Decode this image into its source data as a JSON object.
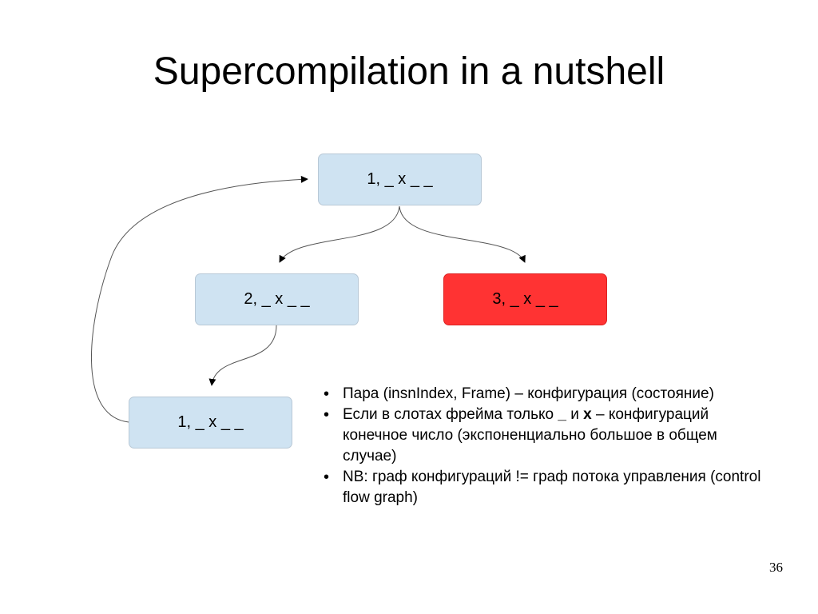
{
  "title": "Supercompilation in a nutshell",
  "nodes": [
    {
      "id": "n1",
      "label": "1, _ x _ _",
      "state": "normal"
    },
    {
      "id": "n2",
      "label": "2, _ x _ _",
      "state": "normal"
    },
    {
      "id": "n3",
      "label": "3, _ x _ _",
      "state": "highlighted"
    },
    {
      "id": "n4",
      "label": "1, _ x _ _",
      "state": "normal"
    }
  ],
  "edges": [
    {
      "from": "n1",
      "to": "n2"
    },
    {
      "from": "n1",
      "to": "n3"
    },
    {
      "from": "n2",
      "to": "n4"
    },
    {
      "from": "n4",
      "to": "n1"
    }
  ],
  "notes": [
    {
      "text": "Пара (insnIndex, Frame) – конфигурация (состояние)"
    },
    {
      "pre": "Если в слотах фрейма только ",
      "b1": "_",
      "mid": " и ",
      "b2": "x",
      "post": " – конфигураций конечное число (экспоненциально большое в общем случае)"
    },
    {
      "text": "NB: граф конфигураций != граф потока управления (control flow graph)"
    }
  ],
  "colors": {
    "node_fill": "#cfe3f2",
    "highlight_fill": "#ff3333",
    "edge": "#555555"
  },
  "page_number": "36"
}
